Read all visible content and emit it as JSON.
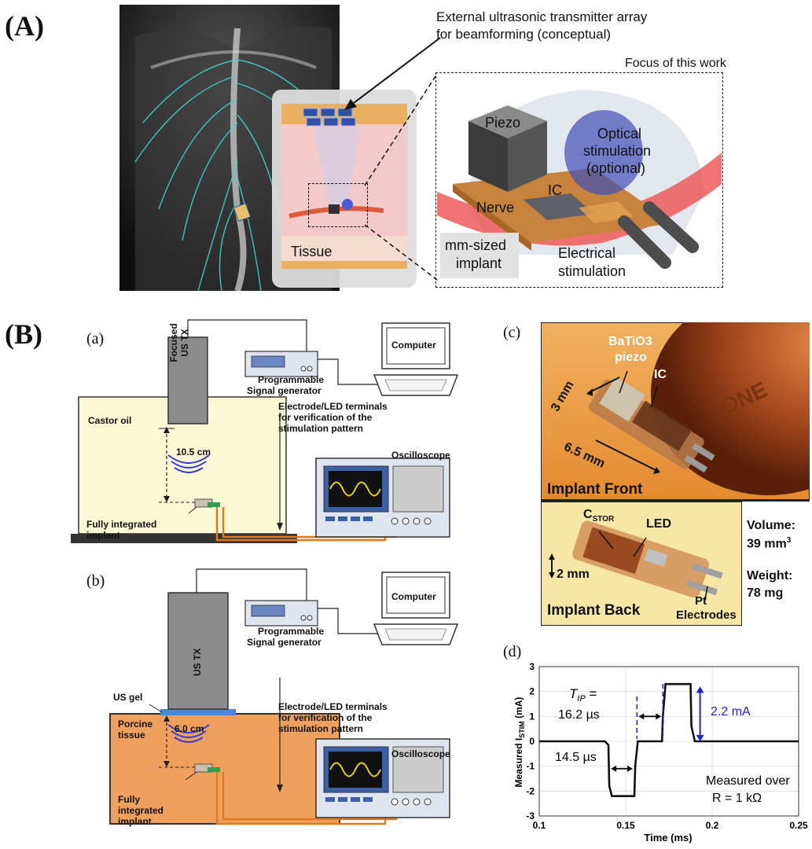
{
  "panelA": {
    "letter": "(A)",
    "transmitter_label_line1": "External ultrasonic transmitter array",
    "transmitter_label_line2": "for beamforming (conceptual)",
    "focus_label": "Focus of this work",
    "tissue_label": "Tissue",
    "piezo_label": "Piezo",
    "ic_label": "IC",
    "optical_label_line1": "Optical",
    "optical_label_line2": "stimulation",
    "optical_label_line3": "(optional)",
    "nerve_label": "Nerve",
    "implant_label_line1": "mm-sized",
    "implant_label_line2": "implant",
    "electrical_label_line1": "Electrical",
    "electrical_label_line2": "stimulation"
  },
  "panelB": {
    "letter": "(B)",
    "a": {
      "letter": "(a)",
      "tx_label_line1": "Focused",
      "tx_label_line2": "US TX",
      "siggen_line1": "Programmable",
      "siggen_line2": "Signal generator",
      "computer": "Computer",
      "medium": "Castor oil",
      "distance": "10.5 cm",
      "terminals_line1": "Electrode/LED terminals",
      "terminals_line2": "for verification of the",
      "terminals_line3": "stimulation pattern",
      "oscilloscope": "Oscilloscope",
      "implant_line1": "Fully integrated",
      "implant_line2": "implant"
    },
    "b": {
      "letter": "(b)",
      "tx_label": "US TX",
      "siggen_line1": "Programmable",
      "siggen_line2": "Signal generator",
      "computer": "Computer",
      "gel": "US gel",
      "medium_line1": "Porcine",
      "medium_line2": "tissue",
      "distance": "6.0 cm",
      "terminals_line1": "Electrode/LED terminals",
      "terminals_line2": "for verification of the",
      "terminals_line3": "stimulation pattern",
      "oscilloscope": "Oscilloscope",
      "implant_line1": "Fully",
      "implant_line2": "integrated",
      "implant_line3": "implant"
    },
    "c": {
      "letter": "(c)",
      "piezo_line1": "BaTiO3",
      "piezo_line2": "piezo",
      "ic": "IC",
      "dim1": "3 mm",
      "dim2": "6.5 mm",
      "front": "Implant Front",
      "cstor": "C",
      "cstor_sub": "STOR",
      "led": "LED",
      "dim3": "2 mm",
      "back": "Implant Back",
      "pt_line1": "Pt",
      "pt_line2": "Electrodes",
      "volume_label": "Volume:",
      "volume_value": "39 mm",
      "volume_sup": "3",
      "weight_label": "Weight:",
      "weight_value": "78 mg"
    },
    "d": {
      "letter": "(d)"
    }
  },
  "chart_data": {
    "type": "line",
    "xlabel": "Time (ms)",
    "ylabel_prefix": "Measured I",
    "ylabel_sub": "STIM",
    "ylabel_suffix": " (mA)",
    "xlim": [
      0.1,
      0.25
    ],
    "ylim": [
      -3,
      3
    ],
    "xticks": [
      "0.1",
      "0.15",
      "0.2",
      "0.25"
    ],
    "yticks": [
      "3",
      "2",
      "1",
      "0",
      "-1",
      "-2",
      "-3"
    ],
    "xtick_values": [
      0.1,
      0.15,
      0.2,
      0.25
    ],
    "ytick_values": [
      3,
      2,
      1,
      0,
      -1,
      -2,
      -3
    ],
    "grid": true,
    "series": [
      {
        "x": [
          0.1,
          0.138,
          0.14,
          0.1405,
          0.142,
          0.155,
          0.1555,
          0.157,
          0.171,
          0.1715,
          0.173,
          0.1875,
          0.188,
          0.19,
          0.25
        ],
        "y": [
          0,
          0,
          -0.15,
          -1.8,
          -2.2,
          -2.2,
          -1.0,
          0,
          0,
          1.0,
          2.3,
          2.3,
          0.6,
          0,
          0
        ]
      }
    ],
    "annotations": {
      "tip_label": "T",
      "tip_sub": "IP",
      "tip_eq": " =",
      "tip_value": "16.2 µs",
      "pulse_width": "14.5 µs",
      "amplitude": "2.2 mA",
      "note_line1": "Measured over",
      "note_line2": "R = 1 kΩ"
    }
  }
}
